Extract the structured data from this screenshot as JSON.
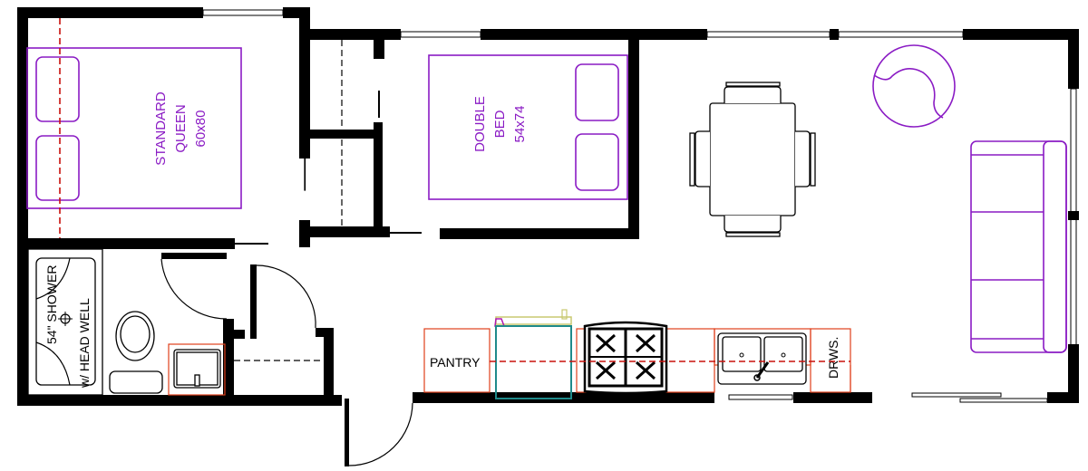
{
  "plan": {
    "rooms": {
      "bedroom_1": {
        "bed_label_line1": "STANDARD",
        "bed_label_line2": "QUEEN",
        "bed_label_line3": "60x80"
      },
      "bedroom_2": {
        "bed_label_line1": "DOUBLE",
        "bed_label_line2": "BED",
        "bed_label_line3": "54x74"
      },
      "bathroom": {
        "shower_label_line1": "54\" SHOWER",
        "shower_label_line2": "w/ HEAD WELL"
      },
      "kitchen": {
        "pantry_label": "PANTRY",
        "drawers_label": "DRWS."
      }
    },
    "colors": {
      "walls": "#000000",
      "furniture": "#8a1bc4",
      "cabinets": "#e0401c",
      "centerline": "#c8100c",
      "fridge": "#1f8a8a",
      "fridge_top": "#c8c870"
    }
  }
}
